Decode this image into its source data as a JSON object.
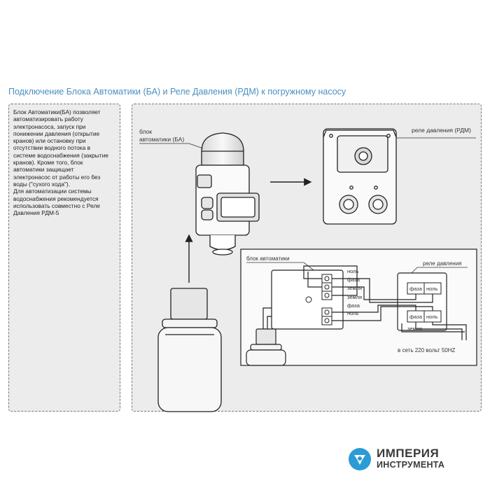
{
  "page": {
    "title": "Подключение Блока Автоматики (БА) и Реле Давления (РДМ) к погружному насосу"
  },
  "description": {
    "text": "Блок Автоматики(БА)  позволяет\nавтоматизировать работу\nэлектронасоса, запуск при\nпонижении давления (открытие\nкранов) или остановку при\nотсутствии водного потока в\nсистеме водоснабжения (закрытие\nкранов). Кроме того, блок\nавтоматики  защищает\nэлектронасос от работы его без\nводы (\"сухого хода\").\nДля автоматизации системы\nводоснабжения рекомендуется\nиспользовать совместно с Реле\nДавления РДМ-5"
  },
  "diagram": {
    "label_ba_line1": "блок",
    "label_ba_line2": "автоматики (БА)",
    "label_rdm": "реле давления (РДМ)",
    "wiring": {
      "label_block": "блок автоматики",
      "label_relay": "реле давления",
      "terminals_top": [
        "ноль",
        "фаза",
        "земля"
      ],
      "terminal_mid": "земля",
      "terminals_bottom": [
        "фаза",
        "ноль"
      ],
      "relay_top_left": "фаза",
      "relay_top_right": "ноль",
      "relay_bottom_left": "фаза",
      "relay_bottom_right": "ноль",
      "relay_ground": "земля",
      "mains_label": "в сеть 220 вольт 50HZ"
    }
  },
  "logo": {
    "line1": "ИМПЕРИЯ",
    "line2": "ИНСТРУМЕНТА",
    "color": "#2b9bd6"
  }
}
